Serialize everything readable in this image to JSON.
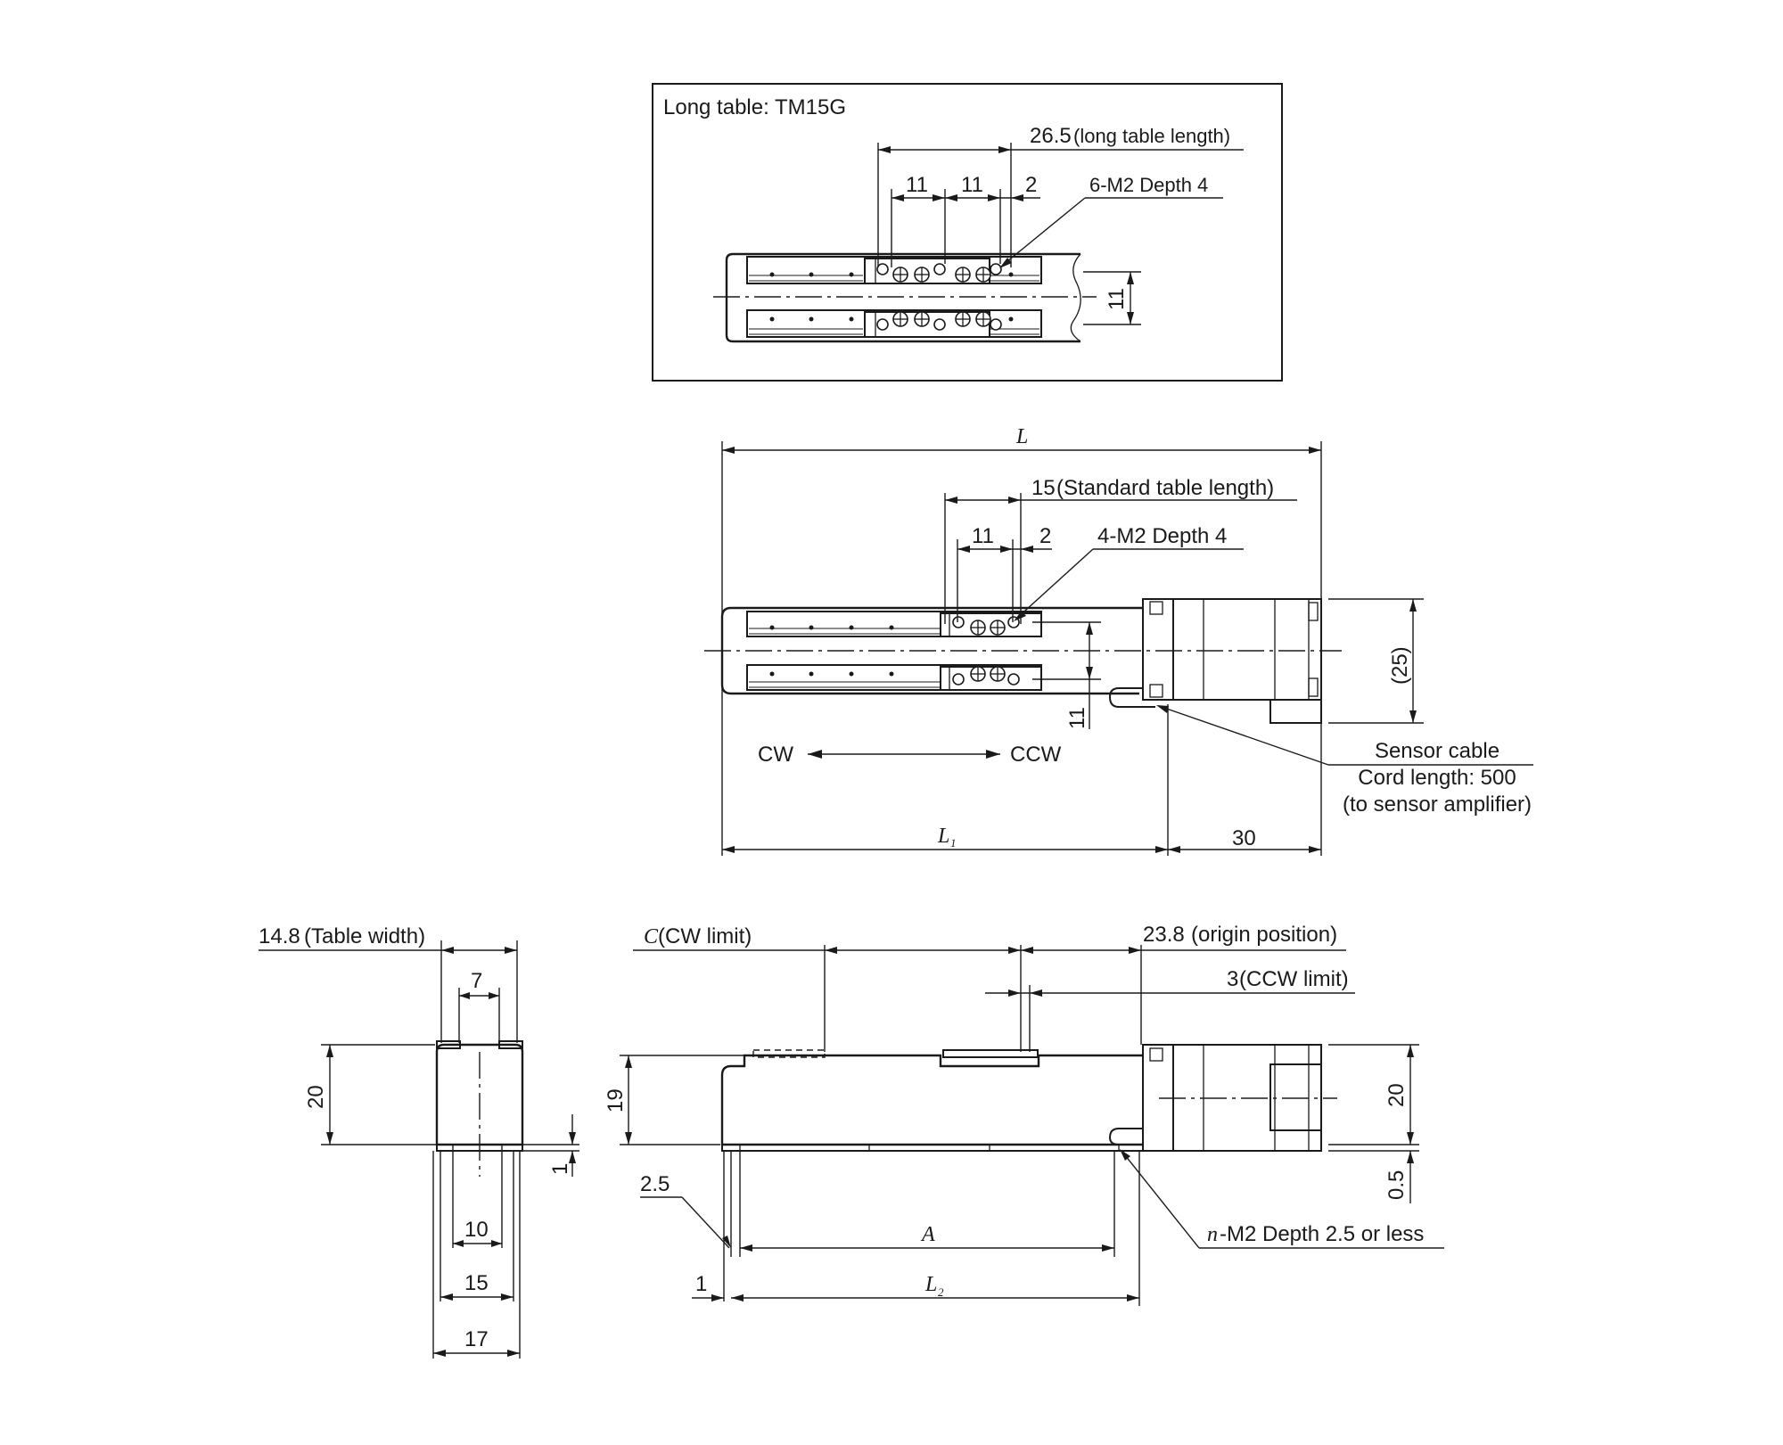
{
  "inset": {
    "title": "Long table: TM15G",
    "table_length": "26.5",
    "table_length_note": "(long table length)",
    "pitch_1": "11",
    "pitch_2": "11",
    "edge_offset": "2",
    "tap_spec": "6-M2 Depth 4",
    "row_spacing": "11"
  },
  "top_view": {
    "overall_length": "L",
    "table_length": "15",
    "table_length_note": "(Standard table length)",
    "pitch": "11",
    "edge_offset": "2",
    "tap_spec": "4-M2 Depth 4",
    "row_spacing": "11",
    "motor_height": "(25)",
    "cw": "CW",
    "ccw": "CCW",
    "sensor_line_1": "Sensor cable",
    "sensor_line_2": "Cord length: 500",
    "sensor_line_3": "(to sensor amplifier)",
    "body_length": "L",
    "body_length_sub": "1",
    "motor_length": "30"
  },
  "end_view": {
    "table_width": "14.8",
    "table_width_note": "(Table width)",
    "slot_width": "7",
    "height": "20",
    "foot": "1",
    "hole_pitch": "10",
    "mount_width": "15",
    "base_width": "17"
  },
  "side_view": {
    "cw_limit_symbol": "C",
    "cw_limit_note": "(CW limit)",
    "origin_value": "23.8",
    "origin_note": "(origin position)",
    "ccw_limit_value": "3",
    "ccw_limit_note": "(CCW limit)",
    "body_height": "19",
    "motor_height": "20",
    "foot_height": "0.5",
    "end_offset": "2.5",
    "hole_span": "A",
    "tap_symbol": "n",
    "tap_spec": "-M2 Depth 2.5 or less",
    "start_offset": "1",
    "base_length": "L",
    "base_length_sub": "2"
  }
}
